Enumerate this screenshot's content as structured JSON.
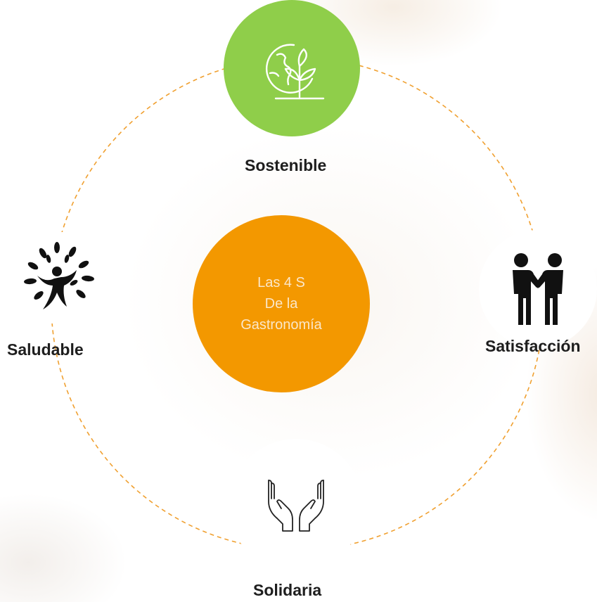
{
  "center": {
    "line1": "Las 4 S",
    "line2": "De la",
    "line3": "Gastronomía"
  },
  "nodes": {
    "top": {
      "label": "Sostenible",
      "icon": "globe-plant-icon"
    },
    "left": {
      "label": "Saludable",
      "icon": "tree-person-icon"
    },
    "right": {
      "label": "Satisfacción",
      "icon": "handshake-icon"
    },
    "bottom": {
      "label": "Solidaria",
      "icon": "open-hands-icon"
    }
  },
  "colors": {
    "center": "#f39800",
    "top_node": "#8fce4a",
    "ring_dash": "#f0a030"
  }
}
